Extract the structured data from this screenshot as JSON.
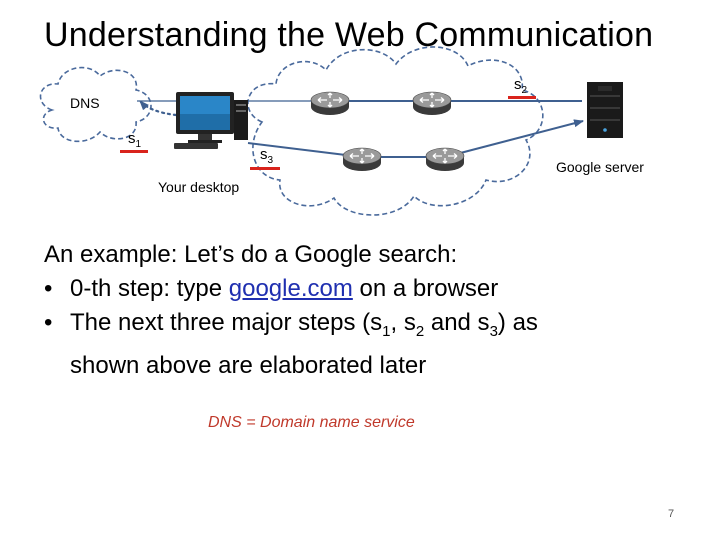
{
  "title": "Understanding the Web Communication",
  "diagram": {
    "dns_label": "DNS",
    "desktop_label": "Your desktop",
    "server_label": "Google server",
    "steps": {
      "s1": {
        "base": "s",
        "sub": "1"
      },
      "s2": {
        "base": "s",
        "sub": "2"
      },
      "s3": {
        "base": "s",
        "sub": "3"
      }
    }
  },
  "body": {
    "intro": "An example: Let’s do a Google search:",
    "bullet_symbol": "•",
    "bullet1_before": "0-th step: type ",
    "bullet1_link": "google.com",
    "bullet1_after": " on a browser",
    "bullet2_part1": "The next three major steps (s",
    "bullet2_sub1": "1",
    "bullet2_part2": ", s",
    "bullet2_sub2": "2",
    "bullet2_part3": " and s",
    "bullet2_sub3": "3",
    "bullet2_part4": ") as",
    "bullet2_line2": "shown above are elaborated later"
  },
  "footnote": "DNS = Domain name service",
  "page_number": "7",
  "colors": {
    "accent_red": "#d9231c",
    "link_blue": "#1f2fb0",
    "footnote_red": "#c0392b"
  }
}
